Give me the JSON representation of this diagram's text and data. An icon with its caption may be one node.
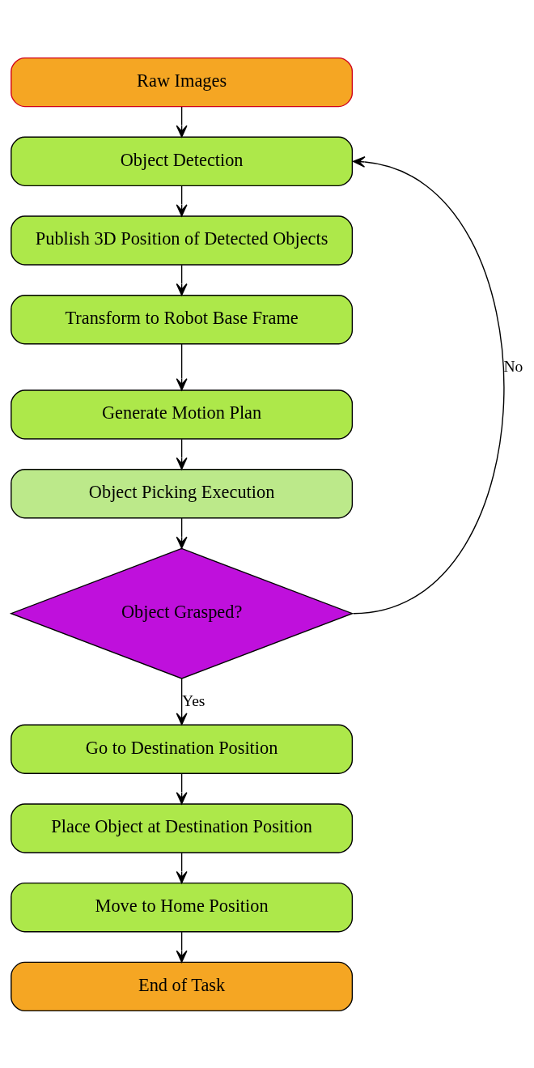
{
  "diagram": {
    "nodes": [
      {
        "text": [
          "Raw Images"
        ]
      },
      {
        "text": [
          "Object Detection"
        ]
      },
      {
        "text": [
          "Publish 3D Position of Detected Objects"
        ]
      },
      {
        "text": [
          "Transform to Robot Base Frame"
        ]
      },
      {
        "text": [
          "Generate Motion Plan"
        ]
      },
      {
        "text": [
          "Object Picking Execution"
        ]
      },
      {
        "text": [
          "Object Grasped?"
        ]
      },
      {
        "text": [
          "Go to Destination Position"
        ]
      },
      {
        "text": [
          "Place Object at Destination Position"
        ]
      },
      {
        "text": [
          "Move to Home Position"
        ]
      },
      {
        "text": [
          "End of Task"
        ]
      }
    ],
    "edges": [
      {
        "from": 0,
        "to": 1,
        "arrow": "to"
      },
      {
        "from": 1,
        "to": 2,
        "arrow": "to"
      },
      {
        "from": 2,
        "to": 3,
        "arrow": "to"
      },
      {
        "from": 3,
        "to": 4,
        "arrow": "to"
      },
      {
        "from": 4,
        "to": 5,
        "arrow": "to"
      },
      {
        "from": 5,
        "to": 6,
        "arrow": "to"
      },
      {
        "from": 6,
        "to": 1,
        "label": "No",
        "arrow": "to"
      },
      {
        "from": 6,
        "to": 7,
        "label": "Yes",
        "arrow": "to"
      },
      {
        "from": 7,
        "to": 8,
        "arrow": "to"
      },
      {
        "from": 8,
        "to": 9,
        "arrow": "to"
      },
      {
        "from": 9,
        "to": 10,
        "arrow": "to"
      }
    ]
  }
}
